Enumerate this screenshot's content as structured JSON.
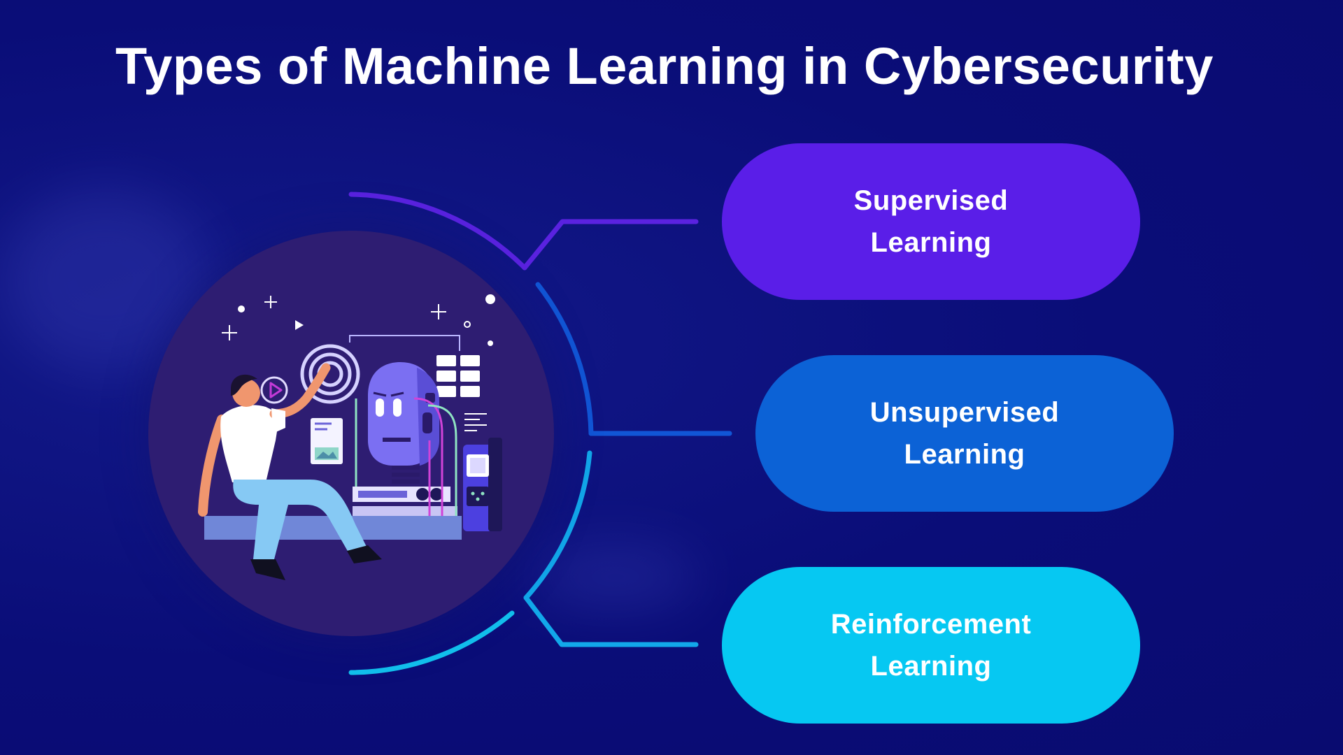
{
  "title": "Types of Machine Learning in Cybersecurity",
  "types": [
    {
      "line1": "Supervised",
      "line2": "Learning",
      "color": "#5a1ee8"
    },
    {
      "line1": "Unsupervised",
      "line2": "Learning",
      "color": "#0c62d6"
    },
    {
      "line1": "Reinforcement",
      "line2": "Learning",
      "color": "#06c8f2"
    }
  ],
  "colors": {
    "background": "#0a0d78",
    "illustration_circle": "#2e1d72"
  }
}
